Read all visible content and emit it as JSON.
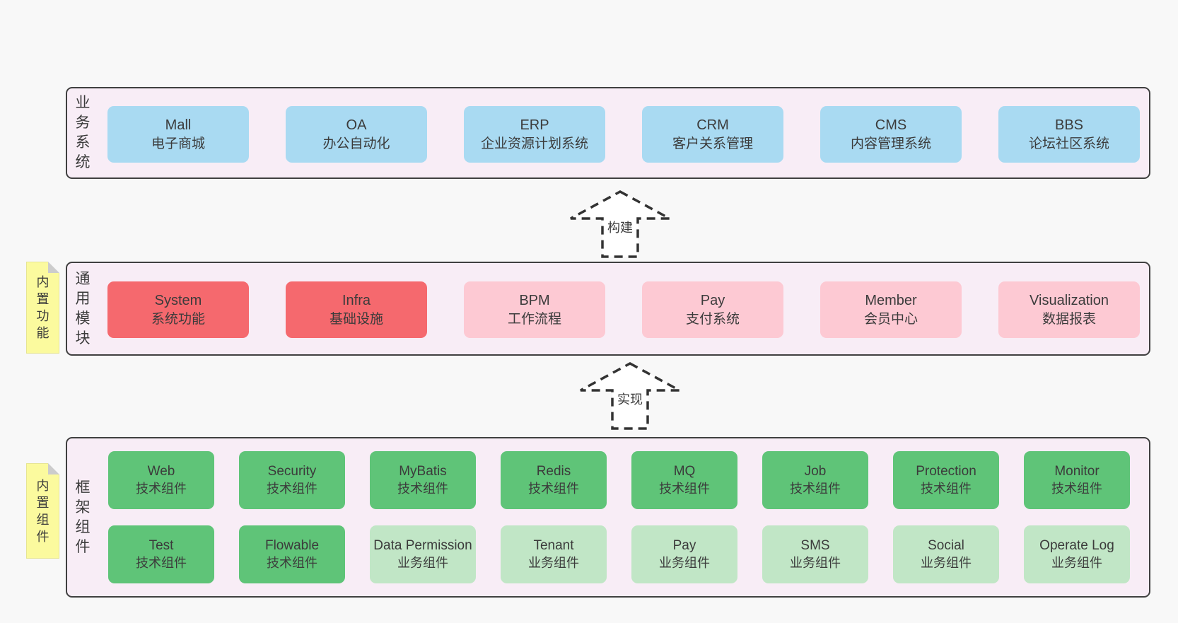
{
  "page": {
    "background": "#f8f8f8"
  },
  "colors": {
    "panel_bg": "#f8edf6",
    "panel_border": "#404040",
    "box_blue": "#a9daf2",
    "box_red": "#f5696e",
    "box_pink": "#fdc9d3",
    "box_green": "#5fc478",
    "box_light_green": "#c1e6c6",
    "note_yellow": "#fbfa9e",
    "note_fold": "#cccccc",
    "text": "#3b3b3b",
    "arrow": "#333333"
  },
  "arrows": [
    {
      "label": "构建"
    },
    {
      "label": "实现"
    }
  ],
  "notes": [
    {
      "label": "内置功能"
    },
    {
      "label": "内置组件"
    }
  ],
  "sections": [
    {
      "label": "业务系统",
      "boxes": [
        {
          "name": "Mall",
          "desc": "电子商城"
        },
        {
          "name": "OA",
          "desc": "办公自动化"
        },
        {
          "name": "ERP",
          "desc": "企业资源计划系统"
        },
        {
          "name": "CRM",
          "desc": "客户关系管理"
        },
        {
          "name": "CMS",
          "desc": "内容管理系统"
        },
        {
          "name": "BBS",
          "desc": "论坛社区系统"
        }
      ]
    },
    {
      "label": "通用模块",
      "boxes": [
        {
          "name": "System",
          "desc": "系统功能"
        },
        {
          "name": "Infra",
          "desc": "基础设施"
        },
        {
          "name": "BPM",
          "desc": "工作流程"
        },
        {
          "name": "Pay",
          "desc": "支付系统"
        },
        {
          "name": "Member",
          "desc": "会员中心"
        },
        {
          "name": "Visualization",
          "desc": "数据报表"
        }
      ]
    },
    {
      "label": "框架组件",
      "rows": [
        [
          {
            "name": "Web",
            "desc": "技术组件"
          },
          {
            "name": "Security",
            "desc": "技术组件"
          },
          {
            "name": "MyBatis",
            "desc": "技术组件"
          },
          {
            "name": "Redis",
            "desc": "技术组件"
          },
          {
            "name": "MQ",
            "desc": "技术组件"
          },
          {
            "name": "Job",
            "desc": "技术组件"
          },
          {
            "name": "Protection",
            "desc": "技术组件"
          },
          {
            "name": "Monitor",
            "desc": "技术组件"
          }
        ],
        [
          {
            "name": "Test",
            "desc": "技术组件"
          },
          {
            "name": "Flowable",
            "desc": "技术组件"
          },
          {
            "name": "Data Permission",
            "desc": "业务组件"
          },
          {
            "name": "Tenant",
            "desc": "业务组件"
          },
          {
            "name": "Pay",
            "desc": "业务组件"
          },
          {
            "name": "SMS",
            "desc": "业务组件"
          },
          {
            "name": "Social",
            "desc": "业务组件"
          },
          {
            "name": "Operate Log",
            "desc": "业务组件"
          }
        ]
      ]
    }
  ]
}
